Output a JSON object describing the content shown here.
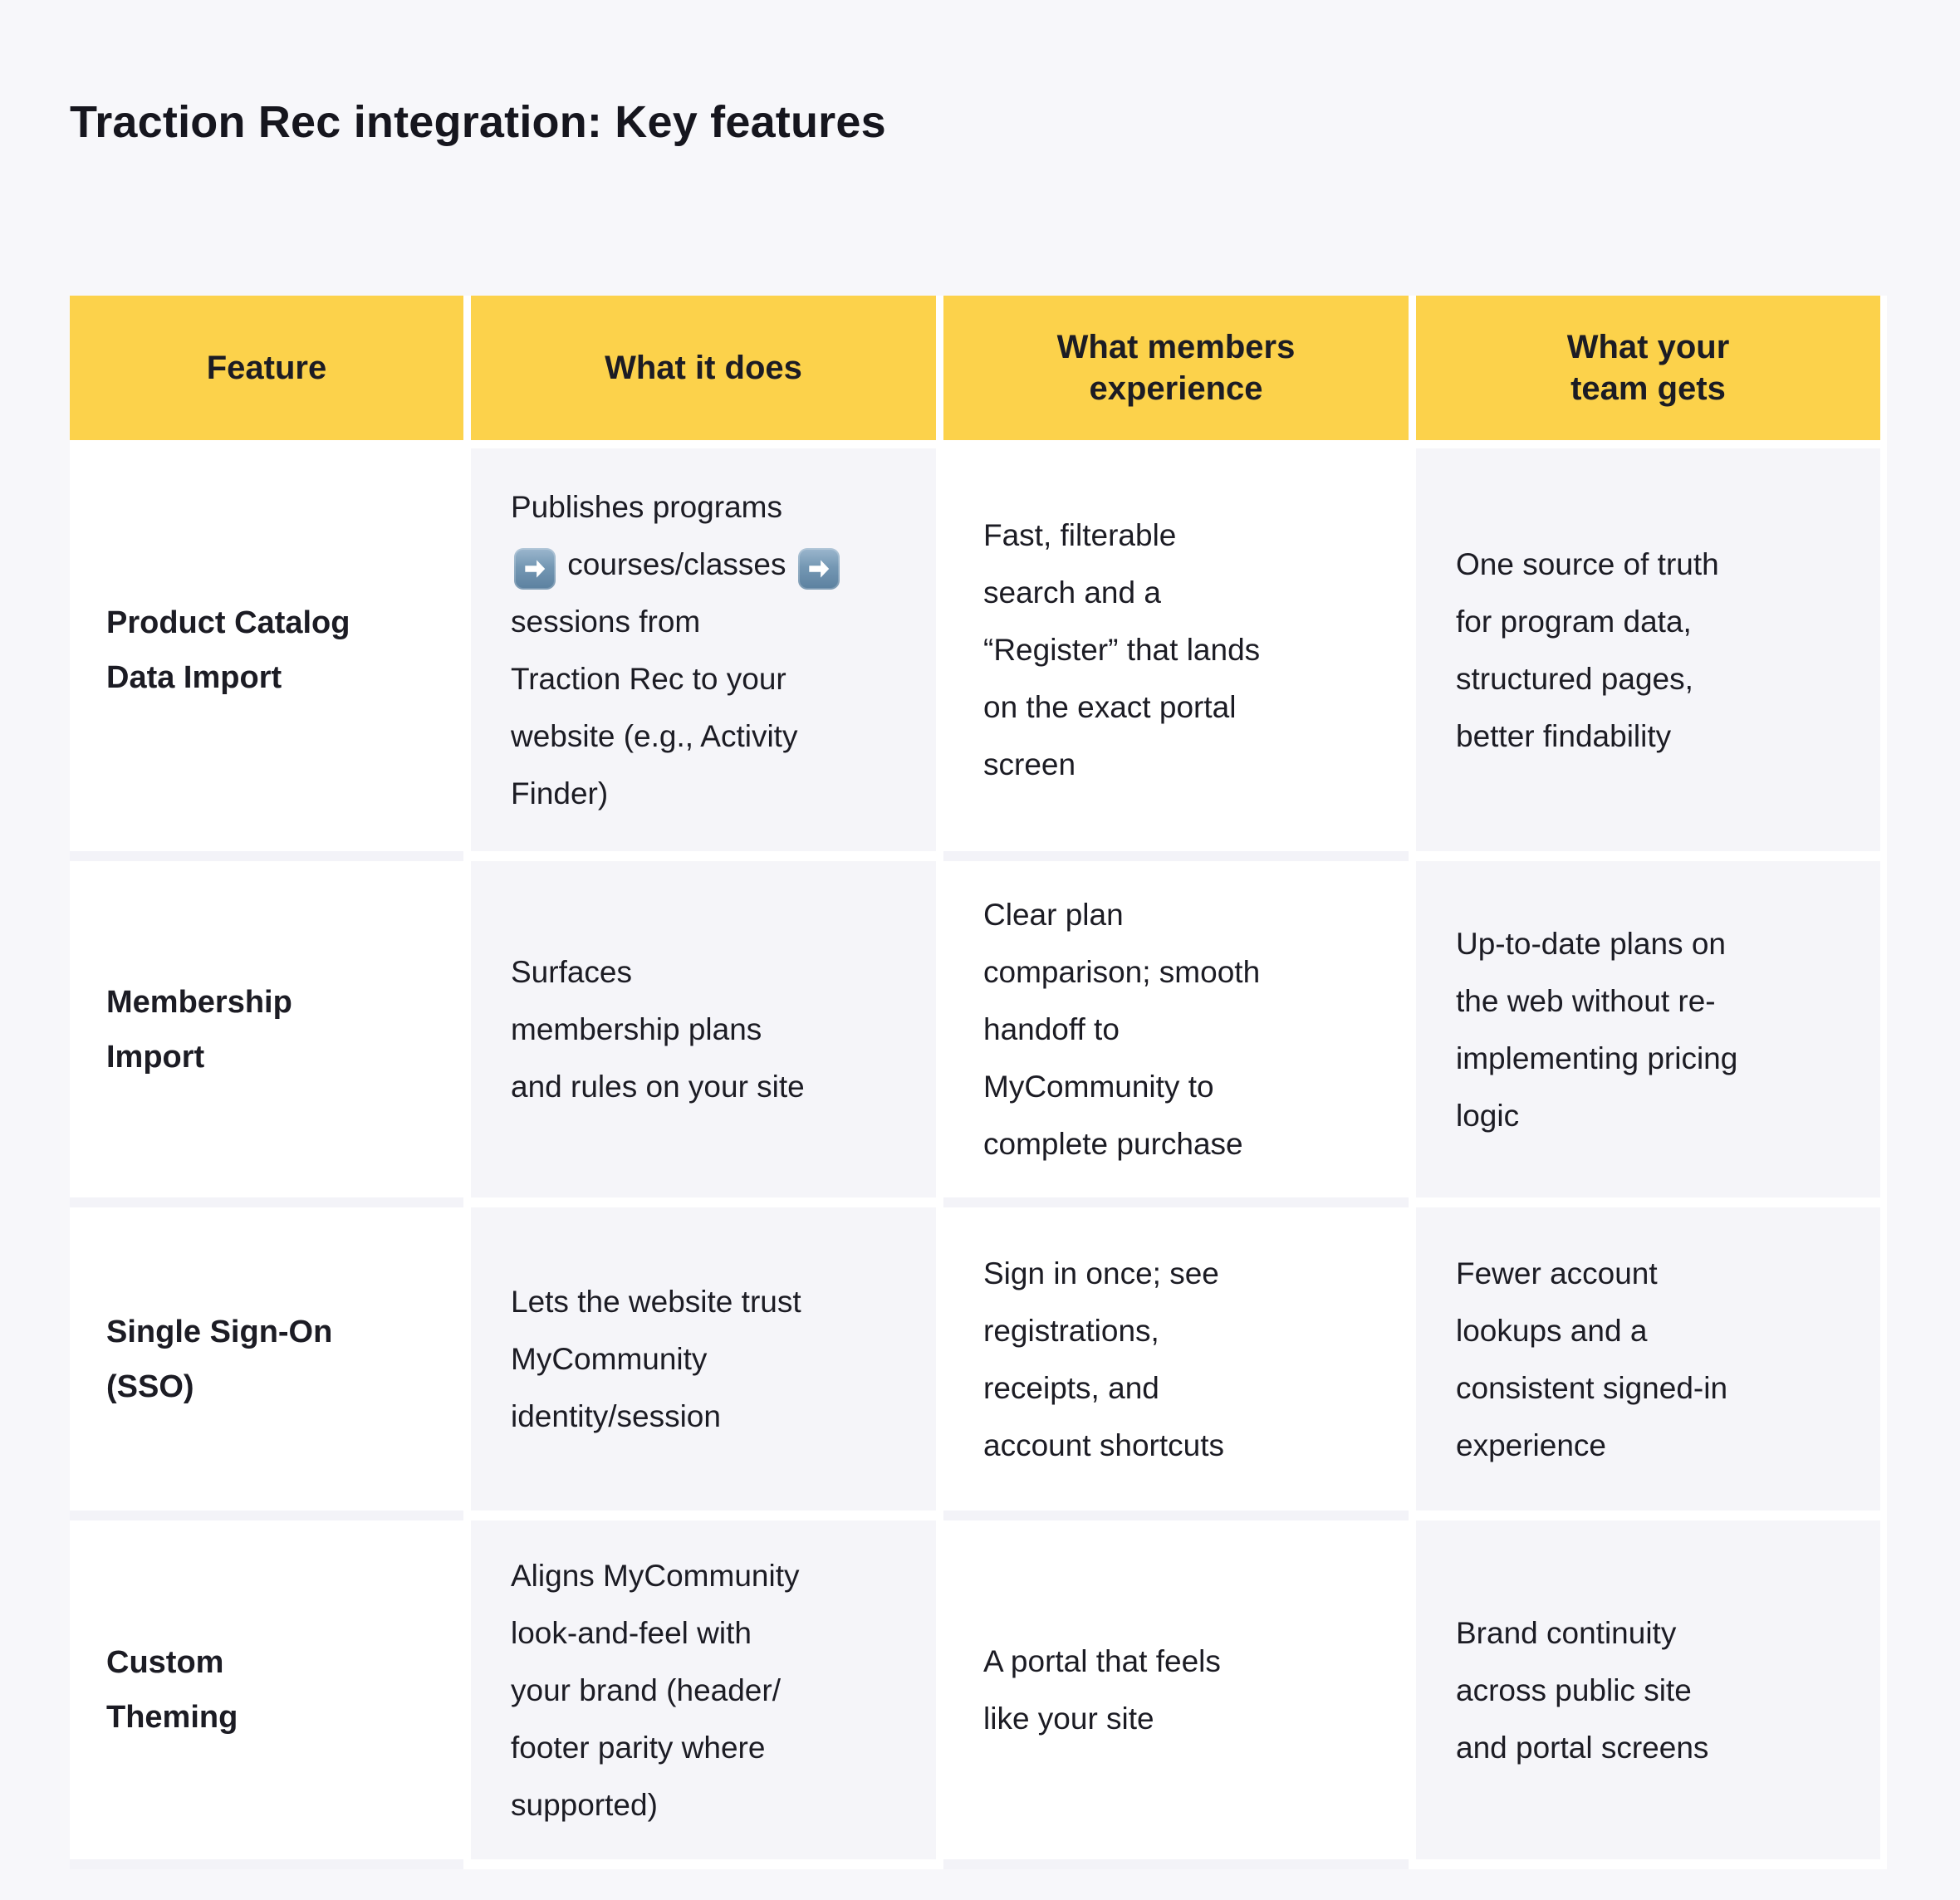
{
  "page": {
    "title": "Traction Rec integration: Key features"
  },
  "colors": {
    "page_background": "#F7F7FA",
    "header_background": "#FCD24B",
    "tinted_column_background": "#F5F5F9",
    "white_column_background": "#FFFFFF",
    "text": "#1C1C24",
    "arrow_emoji_top": "#9CB7CE",
    "arrow_emoji_bottom": "#5B809F"
  },
  "icons": {
    "right_arrow_emoji": "➡️"
  },
  "table": {
    "headers": [
      "Feature",
      "What it does",
      "What members\nexperience",
      "What your\nteam gets"
    ],
    "rows": [
      {
        "feature": "Product Catalog\nData Import",
        "what_it_does": "Publishes programs\n➡️ courses/classes ➡️\nsessions from\nTraction Rec to your\nwebsite (e.g., Activity\nFinder)",
        "members_experience": "Fast, filterable\nsearch and a\n“Register” that lands\non the exact portal\nscreen",
        "team_gets": "One source of truth\nfor program data,\nstructured pages,\nbetter findability"
      },
      {
        "feature": "Membership\nImport",
        "what_it_does": "Surfaces\nmembership plans\nand rules on your site",
        "members_experience": "Clear plan\ncomparison; smooth\nhandoff to\nMyCommunity to\ncomplete purchase",
        "team_gets": "Up-to-date plans on\nthe web without re-\nimplementing pricing\nlogic"
      },
      {
        "feature": "Single Sign-On\n(SSO)",
        "what_it_does": "Lets the website trust\nMyCommunity\nidentity/session",
        "members_experience": "Sign in once; see\nregistrations,\nreceipts, and\naccount shortcuts",
        "team_gets": "Fewer account\nlookups and a\nconsistent signed-in\nexperience"
      },
      {
        "feature": "Custom\nTheming",
        "what_it_does": "Aligns MyCommunity\nlook-and-feel with\nyour brand (header/\nfooter parity where\nsupported)",
        "members_experience": "A portal that feels\nlike your site",
        "team_gets": "Brand continuity\nacross public site\nand portal screens"
      }
    ]
  }
}
